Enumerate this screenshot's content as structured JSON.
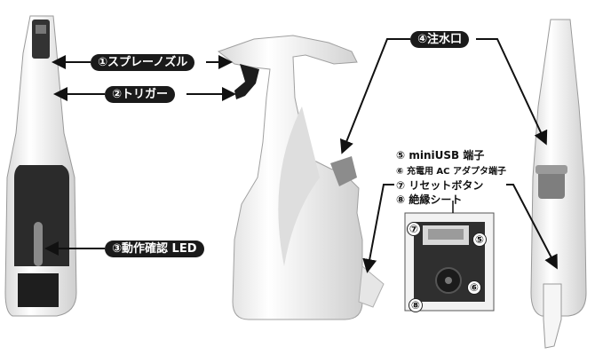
{
  "labels": {
    "spray_nozzle": "①スプレーノズル",
    "trigger": "②トリガー",
    "led": "③動作確認 LED",
    "inlet": "④注水口",
    "miniusb": "⑤ miniUSB 端子",
    "adapter": "⑥ 充電用 AC アダプタ端子",
    "reset": "⑦ リセットボタン",
    "insulation": "⑧ 絶縁シート"
  },
  "inset_markers": {
    "m7": "⑦",
    "m5": "⑤",
    "m6": "⑥",
    "m8": "⑧"
  },
  "colors": {
    "label_bg": "#1a1a1a",
    "label_text": "#ffffff",
    "body_white": "#f2f2f2",
    "panel_dark": "#2b2b2b"
  }
}
